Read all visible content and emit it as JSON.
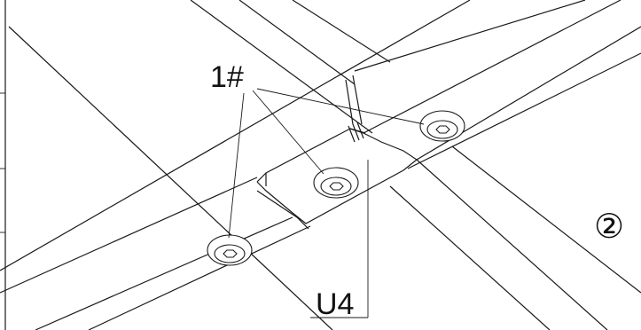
{
  "labels": {
    "part_number": "1#",
    "profile_code": "U4",
    "step_number": "②"
  },
  "colors": {
    "line": "#1a1a1a",
    "background": "#ffffff"
  }
}
